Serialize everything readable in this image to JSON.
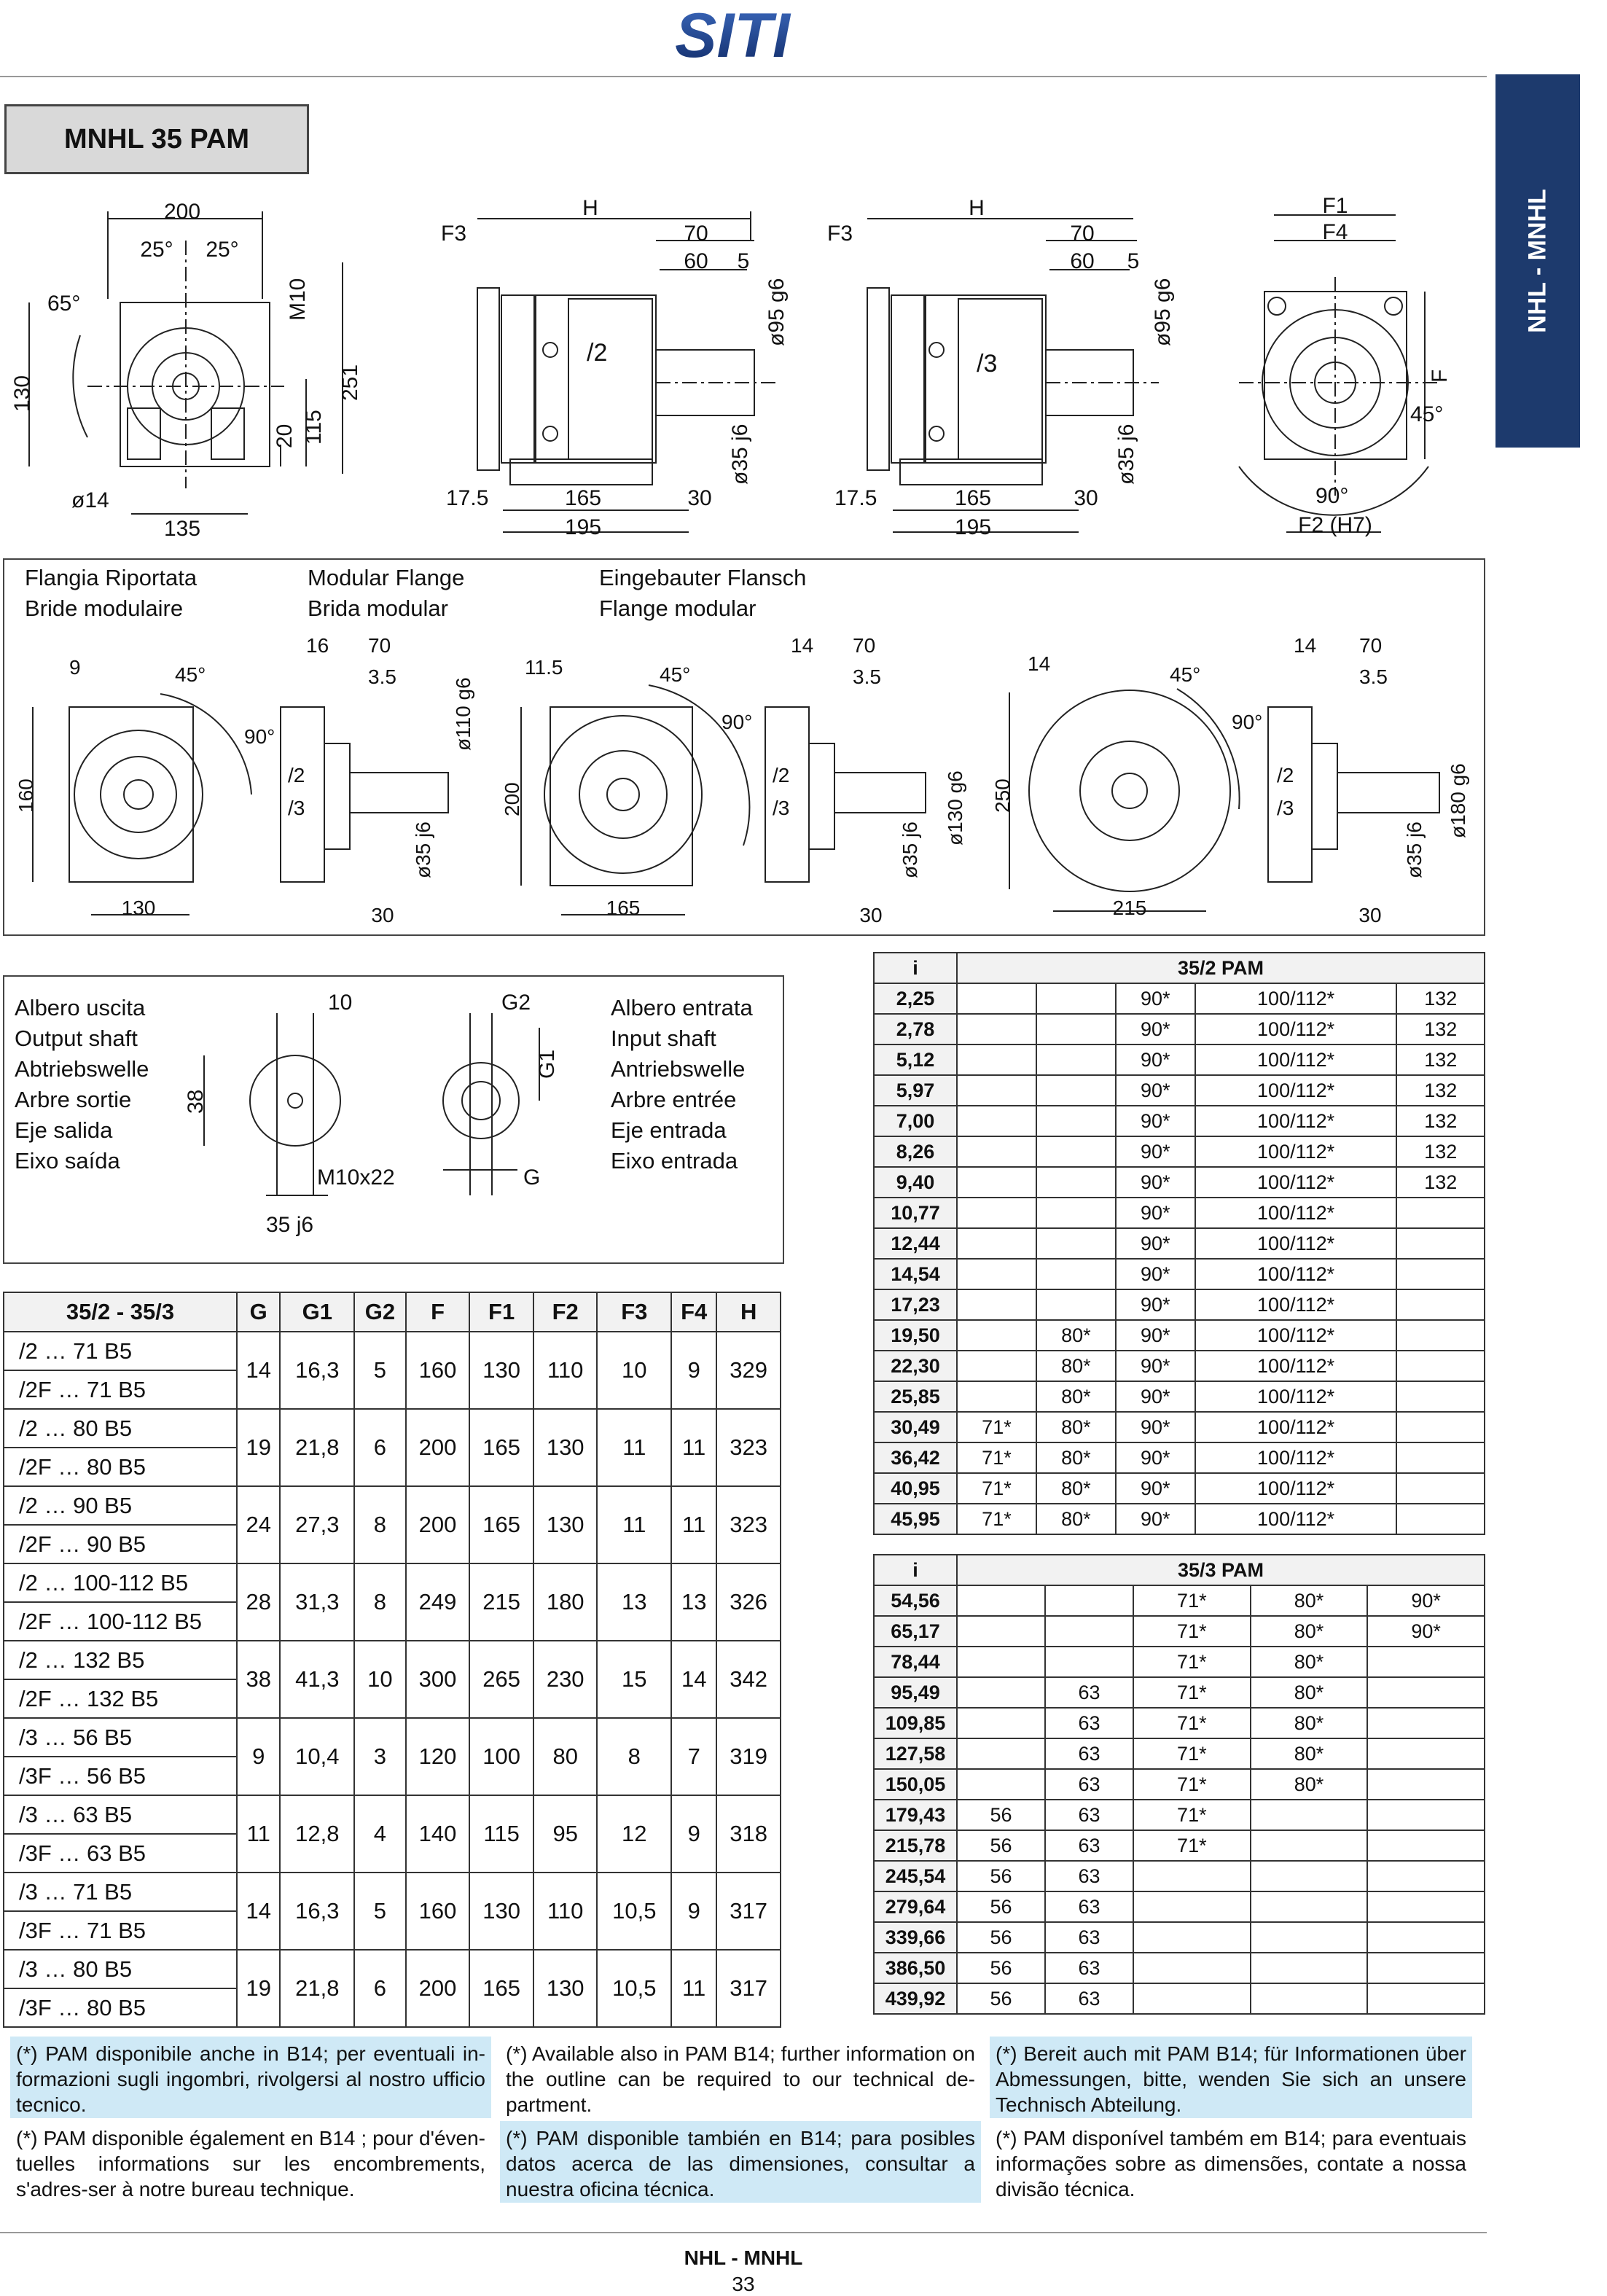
{
  "header": {
    "logo_text": "SITI"
  },
  "model_title": "MNHL 35 PAM",
  "side_tab": "NHL - MNHL",
  "views": {
    "front": {
      "width": "200",
      "angle_left": "25°",
      "angle_right": "25°",
      "angle_65": "65°",
      "m10": "M10",
      "h130": "130",
      "h251": "251",
      "h115": "115",
      "h20": "20",
      "d14": "ø14",
      "w135": "135"
    },
    "side2": {
      "H": "H",
      "F3": "F3",
      "d70": "70",
      "d60": "60",
      "d5": "5",
      "d95": "ø95 g6",
      "d35": "ø35 j6",
      "ratio": "/2",
      "l175": "17.5",
      "l165": "165",
      "l30": "30",
      "l195": "195"
    },
    "side3": {
      "H": "H",
      "F3": "F3",
      "d70": "70",
      "d60": "60",
      "d5": "5",
      "d95": "ø95 g6",
      "d35": "ø35 j6",
      "ratio": "/3",
      "l175": "17.5",
      "l165": "165",
      "l30": "30",
      "l195": "195"
    },
    "flange_view": {
      "F1": "F1",
      "F4": "F4",
      "F": "F",
      "a45": "45°",
      "a90": "90°",
      "F2": "F2 (H7)"
    }
  },
  "modular_flange": {
    "labels": [
      "Flangia Riportata",
      "Bride modulaire",
      "Modular Flange",
      "Brida modular",
      "Eingebauter Flansch",
      "Flange modular"
    ],
    "v1": {
      "d9": "9",
      "a45": "45°",
      "a90": "90°",
      "h160": "160",
      "w130": "130",
      "d16": "16",
      "d70": "70",
      "d35s": "3.5",
      "r2": "/2",
      "r3": "/3",
      "d110": "ø110 g6",
      "d35": "ø35 j6",
      "d30": "30"
    },
    "v2": {
      "d115": "11.5",
      "a45": "45°",
      "a90": "90°",
      "h200": "200",
      "w165": "165",
      "d14": "14",
      "d70": "70",
      "d35s": "3.5",
      "r2": "/2",
      "r3": "/3",
      "d130": "ø130 g6",
      "d35": "ø35 j6",
      "d30": "30"
    },
    "v3": {
      "d14a": "14",
      "a45": "45°",
      "a90": "90°",
      "h250": "250",
      "w215": "215",
      "d14": "14",
      "d70": "70",
      "d35s": "3.5",
      "r2": "/2",
      "r3": "/3",
      "d180": "ø180 g6",
      "d35": "ø35 j6",
      "d30": "30"
    }
  },
  "shafts": {
    "output_labels": [
      "Albero uscita",
      "Output shaft",
      "Abtriebswelle",
      "Arbre sortie",
      "Eje salida",
      "Eixo saída"
    ],
    "input_labels": [
      "Albero entrata",
      "Input shaft",
      "Antriebswelle",
      "Arbre entrée",
      "Eje entrada",
      "Eixo entrada"
    ],
    "out_d10": "10",
    "out_d38": "38",
    "out_m10": "M10x22",
    "out_d35": "35 j6",
    "in_g2": "G2",
    "in_g1": "G1",
    "in_g": "G"
  },
  "dim_table": {
    "headers": [
      "35/2 - 35/3",
      "G",
      "G1",
      "G2",
      "F",
      "F1",
      "F2",
      "F3",
      "F4",
      "H"
    ],
    "groups": [
      {
        "names": [
          "/2 … 71 B5",
          "/2F … 71 B5"
        ],
        "vals": [
          "14",
          "16,3",
          "5",
          "160",
          "130",
          "110",
          "10",
          "9",
          "329"
        ]
      },
      {
        "names": [
          "/2 … 80 B5",
          "/2F … 80 B5"
        ],
        "vals": [
          "19",
          "21,8",
          "6",
          "200",
          "165",
          "130",
          "11",
          "11",
          "323"
        ]
      },
      {
        "names": [
          "/2 … 90 B5",
          "/2F … 90 B5"
        ],
        "vals": [
          "24",
          "27,3",
          "8",
          "200",
          "165",
          "130",
          "11",
          "11",
          "323"
        ]
      },
      {
        "names": [
          "/2 … 100-112 B5",
          "/2F … 100-112 B5"
        ],
        "vals": [
          "28",
          "31,3",
          "8",
          "249",
          "215",
          "180",
          "13",
          "13",
          "326"
        ]
      },
      {
        "names": [
          "/2 … 132 B5",
          "/2F … 132 B5"
        ],
        "vals": [
          "38",
          "41,3",
          "10",
          "300",
          "265",
          "230",
          "15",
          "14",
          "342"
        ]
      },
      {
        "names": [
          "/3 … 56 B5",
          "/3F … 56 B5"
        ],
        "vals": [
          "9",
          "10,4",
          "3",
          "120",
          "100",
          "80",
          "8",
          "7",
          "319"
        ]
      },
      {
        "names": [
          "/3 … 63 B5",
          "/3F … 63 B5"
        ],
        "vals": [
          "11",
          "12,8",
          "4",
          "140",
          "115",
          "95",
          "12",
          "9",
          "318"
        ]
      },
      {
        "names": [
          "/3 … 71 B5",
          "/3F … 71 B5"
        ],
        "vals": [
          "14",
          "16,3",
          "5",
          "160",
          "130",
          "110",
          "10,5",
          "9",
          "317"
        ]
      },
      {
        "names": [
          "/3 … 80 B5",
          "/3F … 80 B5"
        ],
        "vals": [
          "19",
          "21,8",
          "6",
          "200",
          "165",
          "130",
          "10,5",
          "11",
          "317"
        ]
      }
    ]
  },
  "ratio_35_2": {
    "header_i": "i",
    "header": "35/2 PAM",
    "rows": [
      [
        "2,25",
        "",
        "",
        "90*",
        "100/112*",
        "132"
      ],
      [
        "2,78",
        "",
        "",
        "90*",
        "100/112*",
        "132"
      ],
      [
        "5,12",
        "",
        "",
        "90*",
        "100/112*",
        "132"
      ],
      [
        "5,97",
        "",
        "",
        "90*",
        "100/112*",
        "132"
      ],
      [
        "7,00",
        "",
        "",
        "90*",
        "100/112*",
        "132"
      ],
      [
        "8,26",
        "",
        "",
        "90*",
        "100/112*",
        "132"
      ],
      [
        "9,40",
        "",
        "",
        "90*",
        "100/112*",
        "132"
      ],
      [
        "10,77",
        "",
        "",
        "90*",
        "100/112*",
        ""
      ],
      [
        "12,44",
        "",
        "",
        "90*",
        "100/112*",
        ""
      ],
      [
        "14,54",
        "",
        "",
        "90*",
        "100/112*",
        ""
      ],
      [
        "17,23",
        "",
        "",
        "90*",
        "100/112*",
        ""
      ],
      [
        "19,50",
        "",
        "80*",
        "90*",
        "100/112*",
        ""
      ],
      [
        "22,30",
        "",
        "80*",
        "90*",
        "100/112*",
        ""
      ],
      [
        "25,85",
        "",
        "80*",
        "90*",
        "100/112*",
        ""
      ],
      [
        "30,49",
        "71*",
        "80*",
        "90*",
        "100/112*",
        ""
      ],
      [
        "36,42",
        "71*",
        "80*",
        "90*",
        "100/112*",
        ""
      ],
      [
        "40,95",
        "71*",
        "80*",
        "90*",
        "100/112*",
        ""
      ],
      [
        "45,95",
        "71*",
        "80*",
        "90*",
        "100/112*",
        ""
      ]
    ]
  },
  "ratio_35_3": {
    "header_i": "i",
    "header": "35/3 PAM",
    "rows": [
      [
        "54,56",
        "",
        "",
        "71*",
        "80*",
        "90*"
      ],
      [
        "65,17",
        "",
        "",
        "71*",
        "80*",
        "90*"
      ],
      [
        "78,44",
        "",
        "",
        "71*",
        "80*",
        ""
      ],
      [
        "95,49",
        "",
        "63",
        "71*",
        "80*",
        ""
      ],
      [
        "109,85",
        "",
        "63",
        "71*",
        "80*",
        ""
      ],
      [
        "127,58",
        "",
        "63",
        "71*",
        "80*",
        ""
      ],
      [
        "150,05",
        "",
        "63",
        "71*",
        "80*",
        ""
      ],
      [
        "179,43",
        "56",
        "63",
        "71*",
        "",
        ""
      ],
      [
        "215,78",
        "56",
        "63",
        "71*",
        "",
        ""
      ],
      [
        "245,54",
        "56",
        "63",
        "",
        "",
        ""
      ],
      [
        "279,64",
        "56",
        "63",
        "",
        "",
        ""
      ],
      [
        "339,66",
        "56",
        "63",
        "",
        "",
        ""
      ],
      [
        "386,50",
        "56",
        "63",
        "",
        "",
        ""
      ],
      [
        "439,92",
        "56",
        "63",
        "",
        "",
        ""
      ]
    ]
  },
  "notes": {
    "it": "(*) PAM disponibile anche in B14; per eventuali in-formazioni sugli ingombri, rivolgersi al nostro ufficio tecnico.",
    "en": "(*) Available also in PAM B14; further information on the outline can be required to our technical de-partment.",
    "de": "(*) Bereit auch mit PAM B14; für Informationen über Abmessungen, bitte, wenden Sie sich an unsere Technisch Abteilung.",
    "fr": "(*) PAM disponible également en B14 ; pour d'éven-tuelles informations sur les encombrements, s'adres-ser à notre bureau technique.",
    "es": "(*) PAM disponible también en B14; para posibles datos acerca de las dimensiones, consultar a nuestra oficina técnica.",
    "pt": "(*) PAM disponível também em B14; para eventuais informações sobre as dimensões, contate a nossa divisão técnica."
  },
  "footer": {
    "title": "NHL - MNHL",
    "page": "33"
  },
  "colors": {
    "brand": "#1d3a6d",
    "note_bg": "#cfe9f6"
  }
}
